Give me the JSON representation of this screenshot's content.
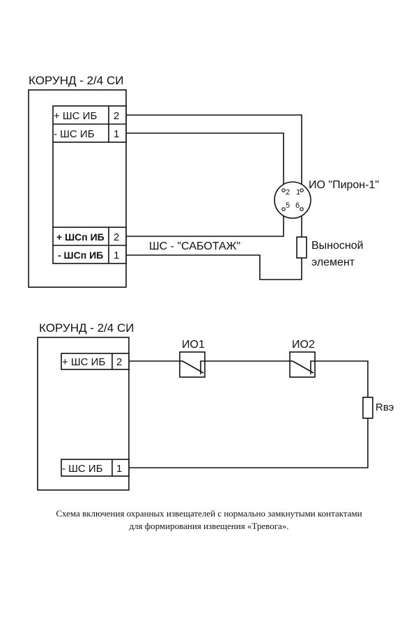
{
  "diagram1": {
    "device_title": "КОРУНД - 2/4 СИ",
    "terminals": [
      {
        "label": "+ ШС ИБ",
        "number": "2"
      },
      {
        "label": "- ШС ИБ",
        "number": "1"
      },
      {
        "label": "+ ШСп ИБ",
        "number": "2"
      },
      {
        "label": "- ШСп ИБ",
        "number": "1"
      }
    ],
    "detector_label": "ИО \"Пирон-1\"",
    "detector_pins": [
      "2",
      "1",
      "5",
      "6"
    ],
    "loop_label": "ШС - \"САБОТАЖ\"",
    "remote_element_label_line1": "Выносной",
    "remote_element_label_line2": "элемент"
  },
  "diagram2": {
    "device_title": "КОРУНД - 2/4 СИ",
    "terminals": [
      {
        "label": "+ ШС ИБ",
        "number": "2"
      },
      {
        "label": "- ШС ИБ",
        "number": "1"
      }
    ],
    "detectors": [
      "ИО1",
      "ИО2"
    ],
    "resistor_label": "Rвэ"
  },
  "caption": {
    "line1": "Схема включения охранных извещателей с нормально замкнутыми контактами",
    "line2": "для формирования извещения «Тревога»."
  }
}
